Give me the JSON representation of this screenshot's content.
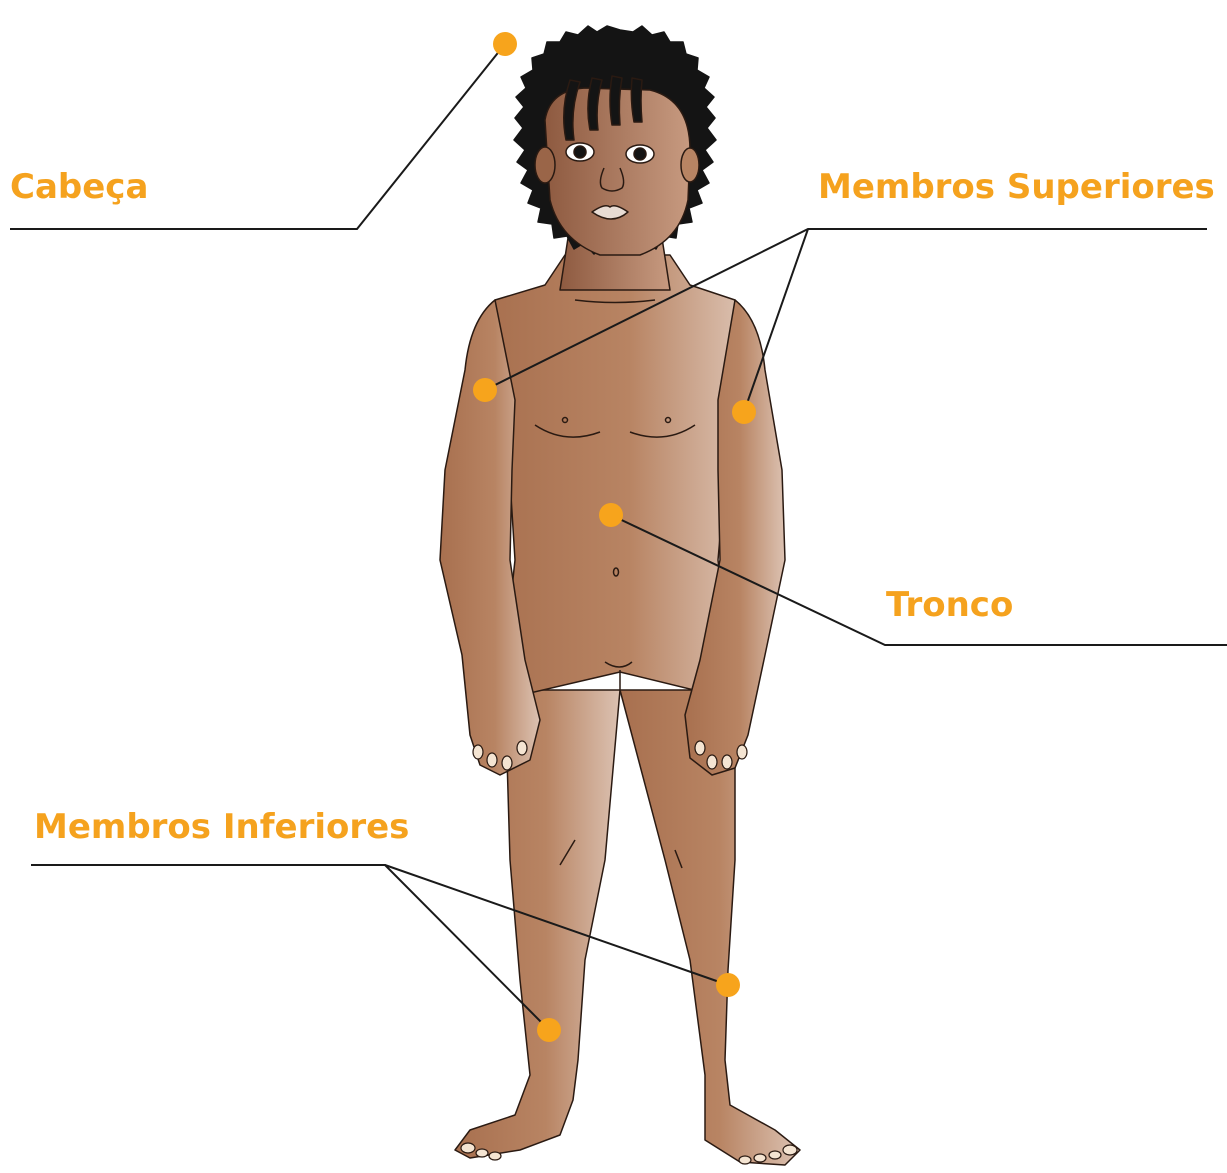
{
  "labels": {
    "head": "Cabeça",
    "upper_limbs": "Membros Superiores",
    "trunk": "Tronco",
    "lower_limbs": "Membros Inferiores"
  },
  "colors": {
    "label": "#f5a21e",
    "marker": "#f7a41c",
    "leader_line": "#1a1a1a",
    "skin": "#b07a5a",
    "hair": "#141414"
  }
}
